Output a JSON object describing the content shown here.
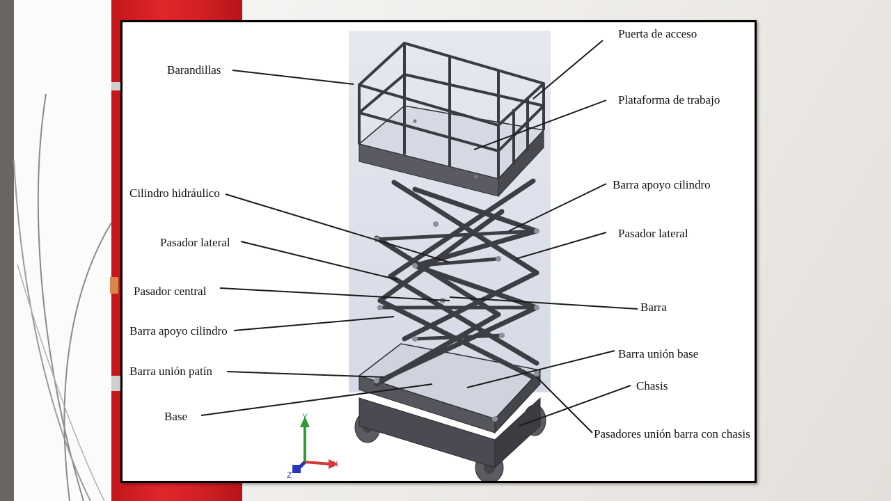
{
  "labels": {
    "barandillas": "Barandillas",
    "puerta_acceso": "Puerta de acceso",
    "plataforma_trabajo": "Plataforma de trabajo",
    "cilindro_hidraulico": "Cilindro hidráulico",
    "barra_apoyo_cilindro_right": "Barra apoyo cilindro",
    "pasador_lateral_left": "Pasador lateral",
    "pasador_lateral_right": "Pasador lateral",
    "pasador_central": "Pasador central",
    "barra": "Barra",
    "barra_apoyo_cilindro_left": "Barra apoyo cilindro",
    "barra_union_base": "Barra unión base",
    "barra_union_patin": "Barra unión patín",
    "chasis": "Chasis",
    "base": "Base",
    "pasadores_union": "Pasadores unión barra con chasis"
  },
  "axes": {
    "x": "X",
    "y": "Y",
    "z": "Z"
  },
  "colors": {
    "slide_red": "#d11f24",
    "frame_border": "#000000",
    "render_backdrop": "#dfe3ee",
    "steel_dark": "#4d4e55",
    "steel_top": "#cfd2dc",
    "axis_x": "#d23a3a",
    "axis_y": "#2f9a3a",
    "axis_z": "#2a36b8"
  }
}
